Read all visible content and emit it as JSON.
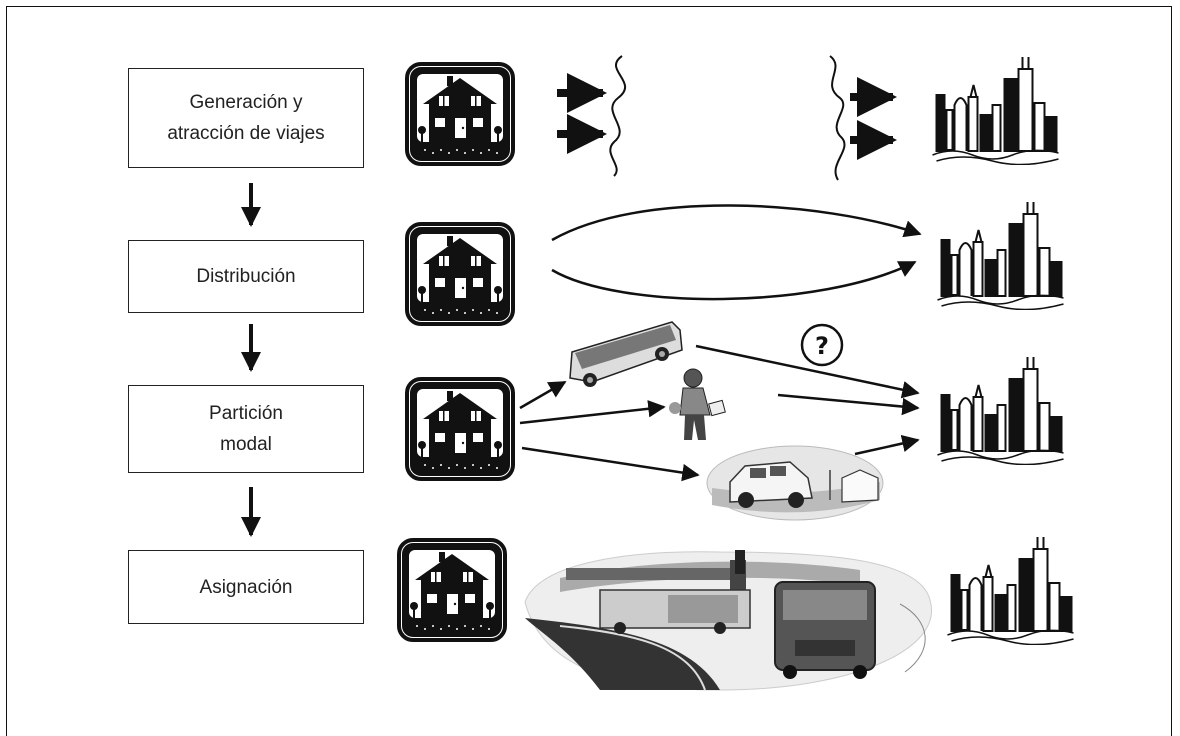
{
  "steps": [
    {
      "line1": "Generación y",
      "line2": "atracción de viajes"
    },
    {
      "line1": "Distribución",
      "line2": ""
    },
    {
      "line1": "Partición",
      "line2": "modal"
    },
    {
      "line1": "Asignación",
      "line2": ""
    }
  ],
  "question_mark": "?",
  "icons": {
    "origin": "house-icon",
    "destination": "city-skyline-icon",
    "modes": [
      "bus-icon",
      "pedestrian-icon",
      "car-icon"
    ],
    "network": "highway-traffic-scene"
  }
}
